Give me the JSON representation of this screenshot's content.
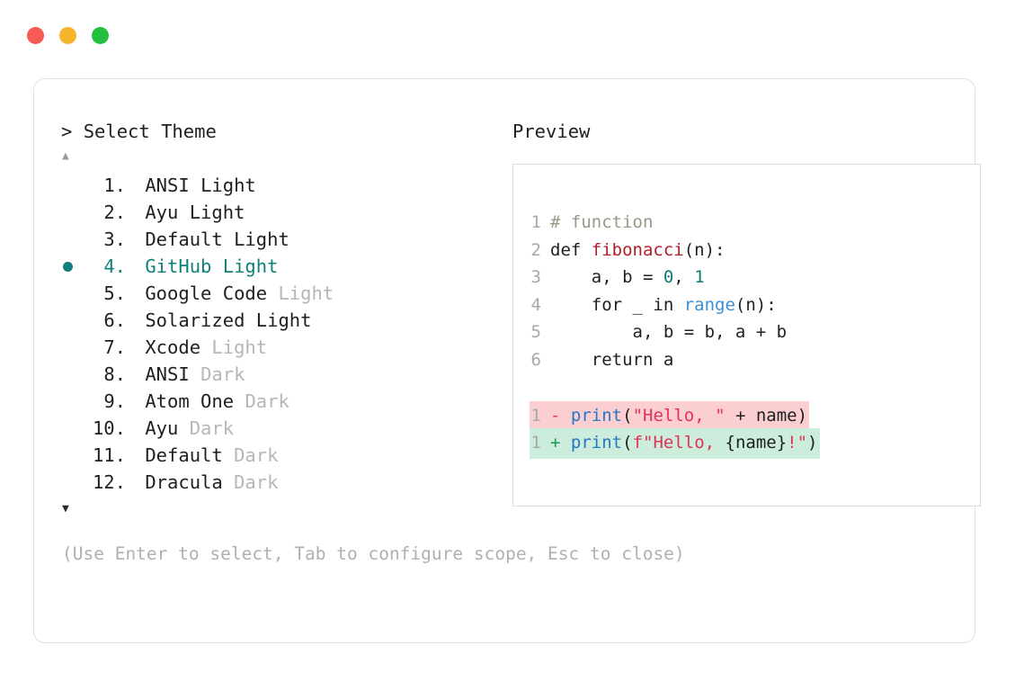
{
  "window": {
    "traffic_lights": [
      {
        "name": "close",
        "color": "#f55a54"
      },
      {
        "name": "minimize",
        "color": "#f7b52c"
      },
      {
        "name": "maximize",
        "color": "#25bf3f"
      }
    ]
  },
  "prompt": {
    "marker": ">",
    "title": "Select Theme",
    "scroll_up_icon": "▲",
    "scroll_down_icon": "▼"
  },
  "themes": [
    {
      "index": "1.",
      "name": "ANSI",
      "variant": "Light",
      "variant_muted": false,
      "selected": false
    },
    {
      "index": "2.",
      "name": "Ayu",
      "variant": "Light",
      "variant_muted": false,
      "selected": false
    },
    {
      "index": "3.",
      "name": "Default",
      "variant": "Light",
      "variant_muted": false,
      "selected": false
    },
    {
      "index": "4.",
      "name": "GitHub",
      "variant": "Light",
      "variant_muted": false,
      "selected": true
    },
    {
      "index": "5.",
      "name": "Google Code",
      "variant": "Light",
      "variant_muted": true,
      "selected": false
    },
    {
      "index": "6.",
      "name": "Solarized",
      "variant": "Light",
      "variant_muted": false,
      "selected": false
    },
    {
      "index": "7.",
      "name": "Xcode",
      "variant": "Light",
      "variant_muted": true,
      "selected": false
    },
    {
      "index": "8.",
      "name": "ANSI",
      "variant": "Dark",
      "variant_muted": true,
      "selected": false
    },
    {
      "index": "9.",
      "name": "Atom One",
      "variant": "Dark",
      "variant_muted": true,
      "selected": false
    },
    {
      "index": "10.",
      "name": "Ayu",
      "variant": "Dark",
      "variant_muted": true,
      "selected": false
    },
    {
      "index": "11.",
      "name": "Default",
      "variant": "Dark",
      "variant_muted": true,
      "selected": false
    },
    {
      "index": "12.",
      "name": "Dracula",
      "variant": "Dark",
      "variant_muted": true,
      "selected": false
    }
  ],
  "preview": {
    "title": "Preview",
    "code_lines": [
      {
        "no": "1",
        "tokens": [
          {
            "t": "# function",
            "c": "comment"
          }
        ]
      },
      {
        "no": "2",
        "tokens": [
          {
            "t": "def ",
            "c": "plain"
          },
          {
            "t": "fibonacci",
            "c": "func"
          },
          {
            "t": "(n):",
            "c": "plain"
          }
        ]
      },
      {
        "no": "3",
        "tokens": [
          {
            "t": "    a, b = ",
            "c": "plain"
          },
          {
            "t": "0",
            "c": "num"
          },
          {
            "t": ", ",
            "c": "plain"
          },
          {
            "t": "1",
            "c": "num"
          }
        ]
      },
      {
        "no": "4",
        "tokens": [
          {
            "t": "    for _ in ",
            "c": "plain"
          },
          {
            "t": "range",
            "c": "builtin"
          },
          {
            "t": "(n):",
            "c": "plain"
          }
        ]
      },
      {
        "no": "5",
        "tokens": [
          {
            "t": "        a, b = b, a + b",
            "c": "plain"
          }
        ]
      },
      {
        "no": "6",
        "tokens": [
          {
            "t": "    return a",
            "c": "plain"
          }
        ]
      }
    ],
    "diff_lines": [
      {
        "no": "1",
        "kind": "del",
        "sign": "-",
        "tokens": [
          {
            "t": "print",
            "c": "print"
          },
          {
            "t": "(",
            "c": "plain"
          },
          {
            "t": "\"Hello, \"",
            "c": "str"
          },
          {
            "t": " + name)",
            "c": "plain"
          }
        ]
      },
      {
        "no": "1",
        "kind": "add",
        "sign": "+",
        "tokens": [
          {
            "t": "print",
            "c": "print"
          },
          {
            "t": "(",
            "c": "plain"
          },
          {
            "t": "f\"Hello, ",
            "c": "str"
          },
          {
            "t": "{name}",
            "c": "plain"
          },
          {
            "t": "!\"",
            "c": "str"
          },
          {
            "t": ")",
            "c": "plain"
          }
        ]
      }
    ]
  },
  "footer": {
    "hint": "(Use Enter to select, Tab to configure scope, Esc to close)"
  },
  "colors": {
    "accent": "#0f807a",
    "muted_text": "#b6b6b6",
    "diff_del_bg": "#fbcfd2",
    "diff_add_bg": "#cdeddc"
  }
}
